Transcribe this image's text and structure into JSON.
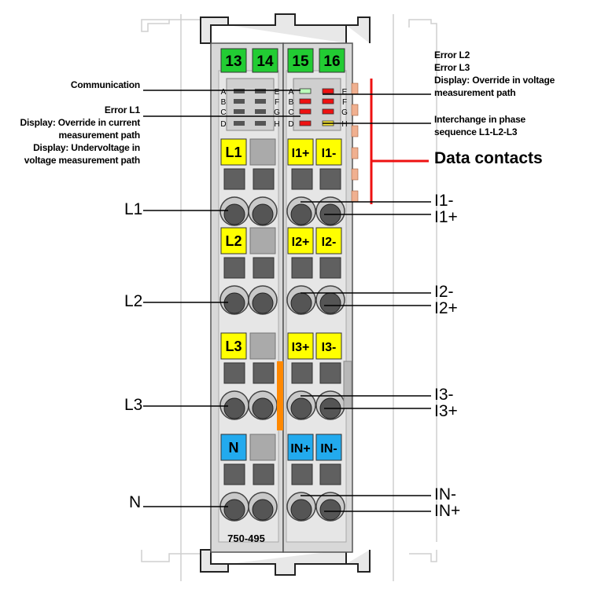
{
  "module": {
    "model_number": "750-495",
    "top_terminals": [
      "13",
      "14",
      "15",
      "16"
    ],
    "led_letters_left": [
      "A",
      "B",
      "C",
      "D"
    ],
    "led_letters_right": [
      "E",
      "F",
      "G",
      "H"
    ],
    "terminal_groups": [
      {
        "left_label": "L1",
        "right_labels": [
          "I1+",
          "I1-"
        ],
        "label_color": "yellow",
        "outer_label": "L1",
        "right_outer_labels": [
          "I1-",
          "I1+"
        ]
      },
      {
        "left_label": "L2",
        "right_labels": [
          "I2+",
          "I2-"
        ],
        "label_color": "yellow",
        "outer_label": "L2",
        "right_outer_labels": [
          "I2-",
          "I2+"
        ]
      },
      {
        "left_label": "L3",
        "right_labels": [
          "I3+",
          "I3-"
        ],
        "label_color": "yellow",
        "outer_label": "L3",
        "right_outer_labels": [
          "I3-",
          "I3+"
        ]
      },
      {
        "left_label": "N",
        "right_labels": [
          "IN+",
          "IN-"
        ],
        "label_color": "blue",
        "outer_label": "N",
        "right_outer_labels": [
          "IN-",
          "IN+"
        ]
      }
    ]
  },
  "annotations": {
    "communication": "Communication",
    "error_l1": "Error L1",
    "override_current": "Display: Override in current",
    "measurement_path": "measurement path",
    "undervoltage": "Display: Undervoltage in",
    "voltage_path": "voltage measurement path",
    "error_l2": "Error L2",
    "error_l3": "Error L3",
    "override_voltage": "Display: Override in voltage",
    "measurement_path_2": "measurement path",
    "interchange": "Interchange in phase",
    "sequence": "sequence L1-L2-L3",
    "data_contacts": "Data contacts"
  },
  "colors": {
    "green_label": "#22cc33",
    "yellow_label": "#ffff00",
    "blue_label": "#22aaee",
    "led_red": "#ee1111",
    "led_light_green": "#bbffbb",
    "led_yellow": "#ffee33",
    "data_contact_line": "#ee1111",
    "data_contact_pad": "#f0b090",
    "orange_slider": "#ff8800",
    "housing": "#d8d8d8"
  }
}
